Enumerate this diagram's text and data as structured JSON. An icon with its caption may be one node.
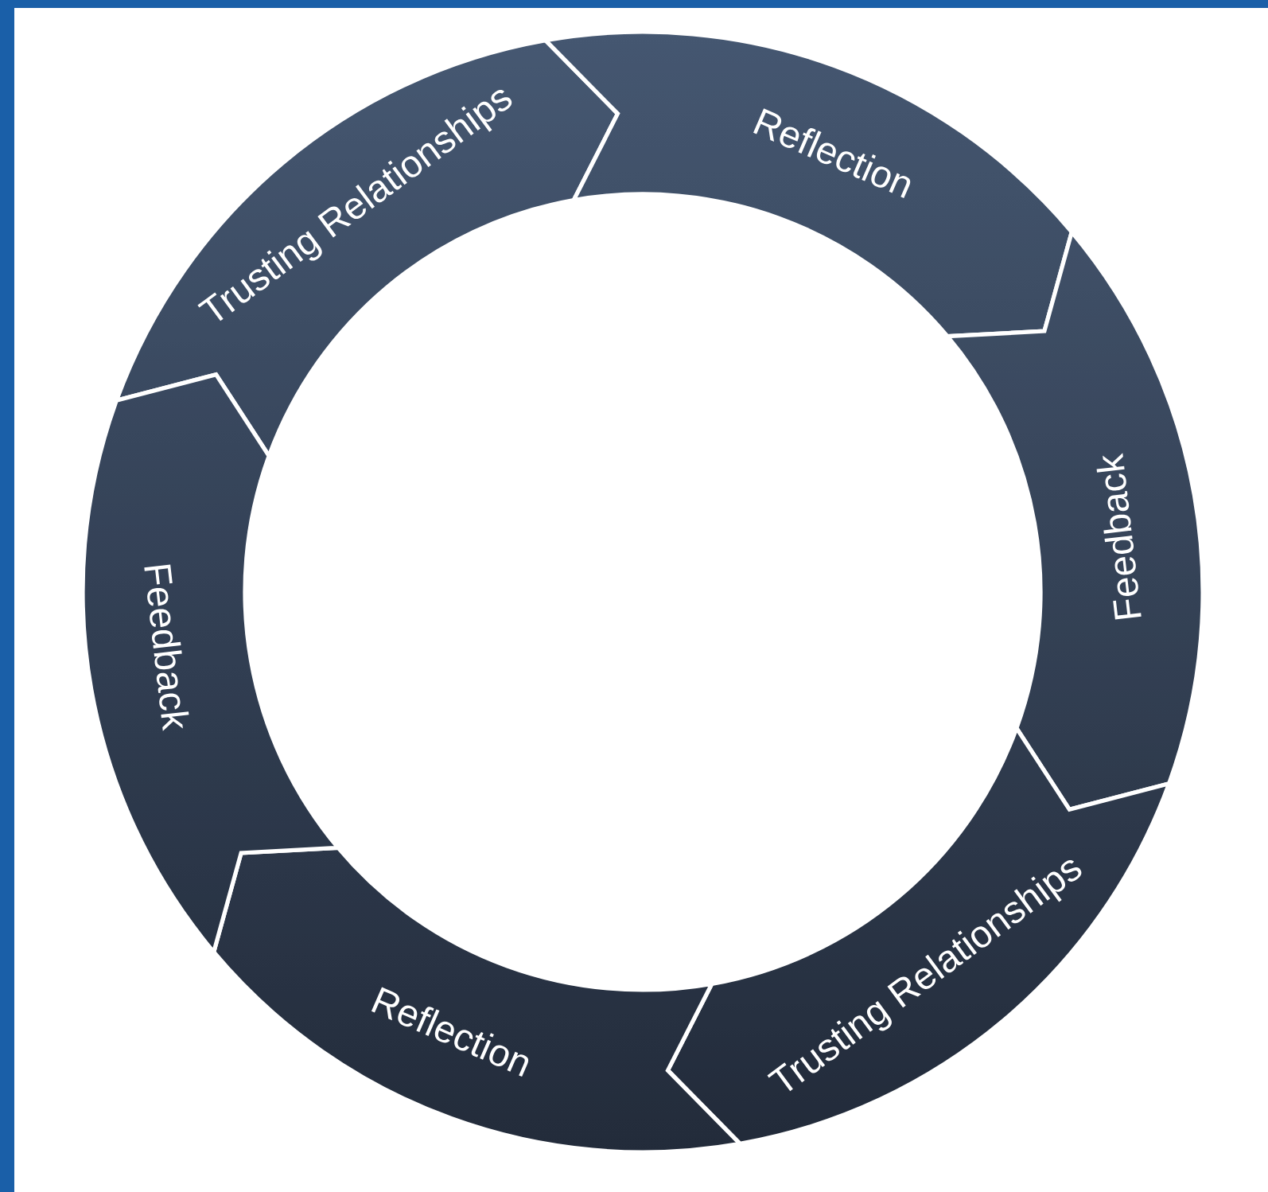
{
  "diagram": {
    "nodes": [
      {
        "text": [
          "Trusting Relationships"
        ]
      },
      {
        "text": [
          "Reflection"
        ]
      },
      {
        "text": [
          "Feedback"
        ]
      },
      {
        "text": [
          "Trusting Relationships"
        ]
      },
      {
        "text": [
          "Reflection"
        ]
      },
      {
        "text": [
          "Feedback"
        ]
      }
    ]
  }
}
